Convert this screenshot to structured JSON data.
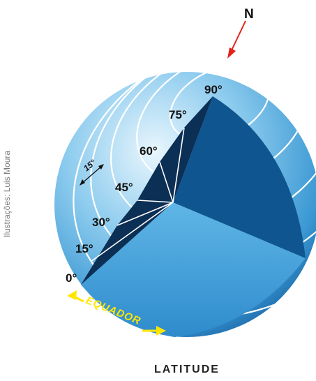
{
  "north_label": "N",
  "latitude_labels": [
    "0°",
    "15°",
    "30°",
    "45°",
    "60°",
    "75°",
    "90°"
  ],
  "interval_label": "15°",
  "equator_label": "EQUADOR",
  "caption": "LATITUDE",
  "credit": "Ilustrações: Luis Moura",
  "colors": {
    "globe_light": "#cfeaf8",
    "globe_mid": "#4aa8dd",
    "globe_dark": "#1f6fae",
    "wedge_face": "#0f5590",
    "wedge_shadow": "#0c2f55",
    "arrow_red": "#e2231a",
    "equator_yellow": "#ffe600"
  }
}
